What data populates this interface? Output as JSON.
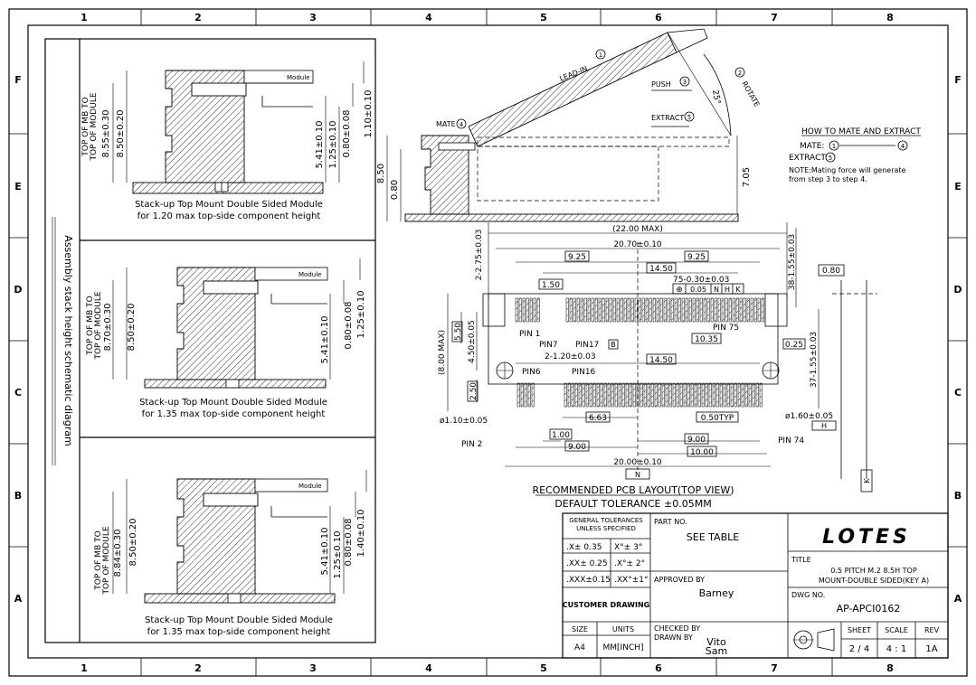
{
  "zones": {
    "columns": [
      "1",
      "2",
      "3",
      "4",
      "5",
      "6",
      "7",
      "8"
    ],
    "rows": [
      "F",
      "E",
      "D",
      "C",
      "B",
      "A"
    ]
  },
  "assembly_title": "Assembly stack height schematic diagram",
  "stackups": [
    {
      "module": "Module",
      "mb_label_1": "TOP OF MB TO",
      "mb_label_2": "TOP OF MODULE",
      "height": "8.55±0.30",
      "dim_total": "8.50±0.20",
      "dim_a": "5.41±0.10",
      "dim_b": "1.25±0.10",
      "dim_c": "0.80±0.08",
      "dim_d": "1.10±0.10",
      "caption_1": "Stack-up Top Mount Double Sided Module",
      "caption_2": "for 1.20 max top-side component height"
    },
    {
      "module": "Module",
      "mb_label_1": "TOP OF MB TO",
      "mb_label_2": "TOP OF MODULE",
      "height": "8.70±0.30",
      "dim_total": "8.50±0.20",
      "dim_a": "5.41±0.10",
      "dim_b": "0.80±0.08",
      "dim_c": "",
      "dim_d": "1.25±0.10",
      "caption_1": "Stack-up Top Mount Double Sided Module",
      "caption_2": "for 1.35 max top-side component height"
    },
    {
      "module": "Module",
      "mb_label_1": "TOP OF MB TO",
      "mb_label_2": "TOP OF MODULE",
      "height": "8.84±0.30",
      "dim_total": "8.50±0.20",
      "dim_a": "5.41±0.10",
      "dim_b": "1.25±0.10",
      "dim_c": "0.80±0.08",
      "dim_d": "1.40±0.10",
      "caption_1": "Stack-up Top Mount Double Sided Module",
      "caption_2": "for 1.35 max top-side component height"
    }
  ],
  "side_view": {
    "lead_in": "LEAD-IN",
    "step1": "1",
    "push": "PUSH",
    "step3": "3",
    "rotate": "ROTATE",
    "step2": "2",
    "angle": "25°",
    "extract": "EXTRACT",
    "step5": "5",
    "mate": "MATE",
    "step4": "4",
    "dim_850": "8.50",
    "dim_080": "0.80",
    "dim_705": "7.05"
  },
  "howto": {
    "title": "HOW TO MATE AND EXTRACT",
    "mate": "MATE:",
    "mate_from": "1",
    "mate_to": "4",
    "extract": "EXTRACT:",
    "extract_step": "5",
    "note_1": "NOTE:Mating force will generate",
    "note_2": "from step 3 to step 4."
  },
  "pcb": {
    "d_22max": "(22.00 MAX)",
    "d_2070": "20.70±0.10",
    "d_925a": "9.25",
    "d_925b": "9.25",
    "d_1450a": "14.50",
    "d_75": "75-0.30±0.03",
    "gdt_sym": "⊕",
    "gdt_tol": "0.05",
    "gdt_n": "N",
    "gdt_h": "H",
    "gdt_k": "K",
    "d_275": "2-2.75±0.03",
    "d_155a": "38-1.55±0.03",
    "d_150": "1.50",
    "d_8max": "(8.00 MAX)",
    "d_550": "5.50",
    "d_450": "4.50±0.05",
    "d_120": "2-1.20±0.03",
    "d_1035": "10.35",
    "d_025": "0.25",
    "d_155b": "37-1.55±0.03",
    "d_1450b": "14.50",
    "d_250": "2.50",
    "d_663": "6.63",
    "d_050typ": "0.50TYP",
    "d_100": "1.00",
    "d_900a": "9.00",
    "d_900b": "9.00",
    "d_1000": "10.00",
    "d_2000": "20.00±0.10",
    "d_110": "ø1.10±0.05",
    "d_160": "ø1.60±0.05",
    "pin1": "PIN 1",
    "pin7": "PIN7",
    "pin17": "PIN17",
    "b_box": "B",
    "pin6": "PIN6",
    "pin16": "PIN16",
    "pin75": "PIN 75",
    "pin2": "PIN 2",
    "pin74": "PIN 74",
    "datum_n": "N",
    "datum_h": "H",
    "datum_k": "K",
    "d_080": "0.80",
    "layout_title": "RECOMMENDED PCB LAYOUT(TOP VIEW)",
    "tolerance": "DEFAULT TOLERANCE ±0.05MM"
  },
  "titleblock": {
    "gen_tol_1": "GENERAL TOLERANCES",
    "gen_tol_2": "UNLESS SPECIFIED",
    "tol_x": ".X± 0.35",
    "tol_x_ang": "X°± 3°",
    "tol_xx": ".XX± 0.25",
    "tol_xx_ang": ".X°± 2°",
    "tol_xxx": ".XXX±0.15",
    "tol_xxx_ang": ".XX°±1°",
    "customer_drawing": "CUSTOMER DRAWING",
    "size_label": "SIZE",
    "size": "A4",
    "units_label": "UNITS",
    "units": "MM[INCH]",
    "part_no_label": "PART NO.",
    "part_no": "SEE TABLE",
    "approved_label": "APPROVED BY",
    "approved": "Barney",
    "checked_label": "CHECKED BY",
    "checked": "Vito",
    "drawn_label": "DRAWN BY",
    "drawn": "Sam",
    "logo": "LOTES",
    "title_label": "TITLE",
    "title_1": "0.5 PITCH M.2 8.5H TOP",
    "title_2": "MOUNT-DOUBLE SIDED(KEY A)",
    "dwg_label": "DWG NO.",
    "dwg": "AP-APCI0162",
    "sheet_label": "SHEET",
    "sheet": "2 / 4",
    "scale_label": "SCALE",
    "scale": "4 : 1",
    "rev_label": "REV",
    "rev": "1A"
  }
}
